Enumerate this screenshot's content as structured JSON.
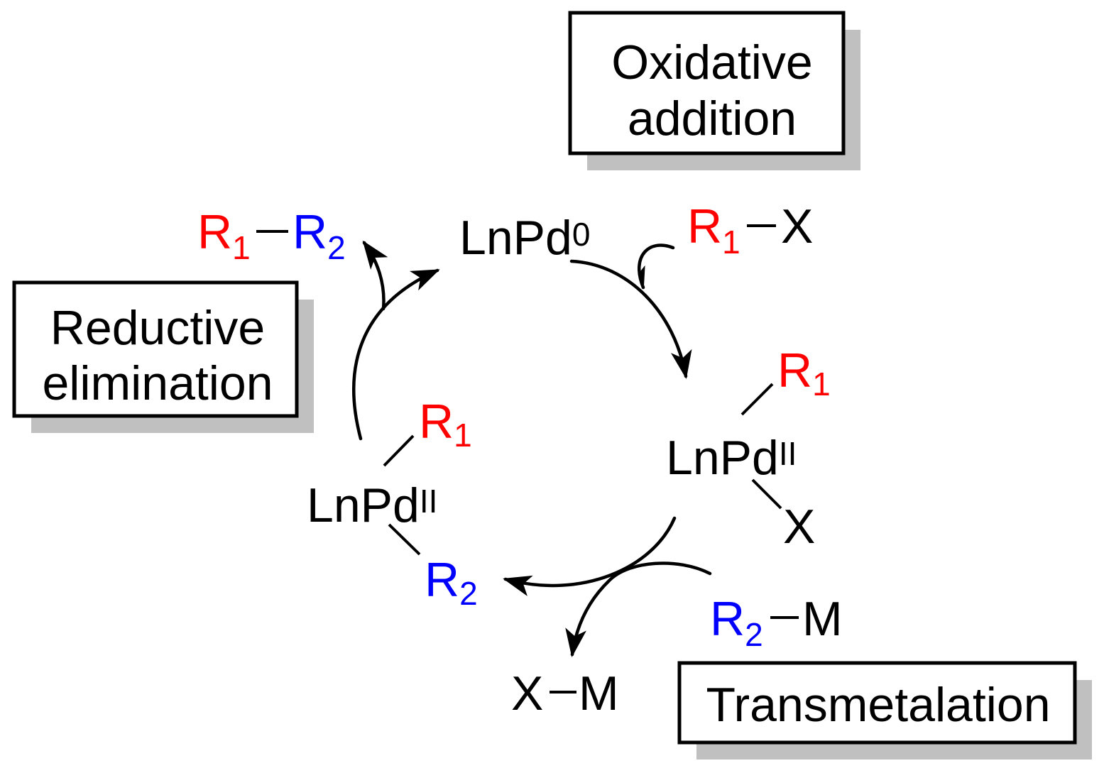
{
  "colors": {
    "r1": "#ff0000",
    "r2": "#0000ff",
    "text": "#000000",
    "shadow": "#c0c0c0"
  },
  "steps": {
    "oxidative_addition": {
      "line1": "Oxidative",
      "line2": "addition"
    },
    "reductive_elimination": {
      "line1": "Reductive",
      "line2": "elimination"
    },
    "transmetalation": {
      "label": "Transmetalation"
    }
  },
  "species": {
    "catalyst": {
      "base": "LnPd",
      "oxidation_state": "0"
    },
    "oxidative_adduct": {
      "base": "LnPd",
      "oxidation_state": "II",
      "ligand_top": {
        "symbol": "R",
        "subscript": "1"
      },
      "ligand_bottom": "X"
    },
    "transmetalated_complex": {
      "base": "LnPd",
      "oxidation_state": "II",
      "ligand_top": {
        "symbol": "R",
        "subscript": "1"
      },
      "ligand_bottom": {
        "symbol": "R",
        "subscript": "2"
      }
    },
    "electrophile": {
      "r": {
        "symbol": "R",
        "subscript": "1"
      },
      "x": "X"
    },
    "organometallic": {
      "r": {
        "symbol": "R",
        "subscript": "2"
      },
      "m": "M"
    },
    "byproduct": {
      "x": "X",
      "m": "M"
    },
    "product": {
      "r1": {
        "symbol": "R",
        "subscript": "1"
      },
      "r2": {
        "symbol": "R",
        "subscript": "2"
      }
    }
  }
}
